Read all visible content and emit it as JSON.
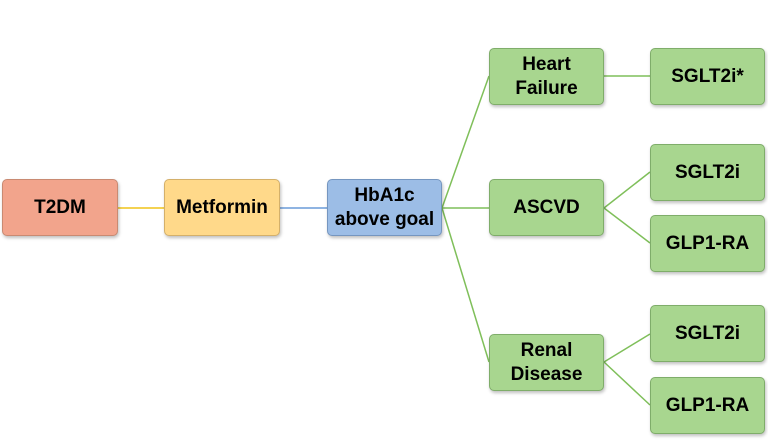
{
  "nodes": {
    "t2dm": {
      "label": "T2DM"
    },
    "metformin": {
      "label": "Metformin"
    },
    "hba1c": {
      "line1": "HbA1c",
      "line2": "above goal"
    },
    "heart_failure": {
      "line1": "Heart",
      "line2": "Failure"
    },
    "ascvd": {
      "label": "ASCVD"
    },
    "renal_disease": {
      "line1": "Renal",
      "line2": "Disease"
    },
    "hf_sglt2i": {
      "label": "SGLT2i*"
    },
    "ascvd_sglt2i": {
      "label": "SGLT2i"
    },
    "ascvd_glp1ra": {
      "label": "GLP1-RA"
    },
    "renal_sglt2i": {
      "label": "SGLT2i"
    },
    "renal_glp1ra": {
      "label": "GLP1-RA"
    }
  },
  "colors": {
    "t2dm": "#f2a48c",
    "metformin": "#ffd98a",
    "hba1c": "#9cbde6",
    "outcome": "#a8d68f",
    "connector_yellow": "#f0c419",
    "connector_blue": "#6a9bd8",
    "connector_green": "#7fbf5a"
  }
}
